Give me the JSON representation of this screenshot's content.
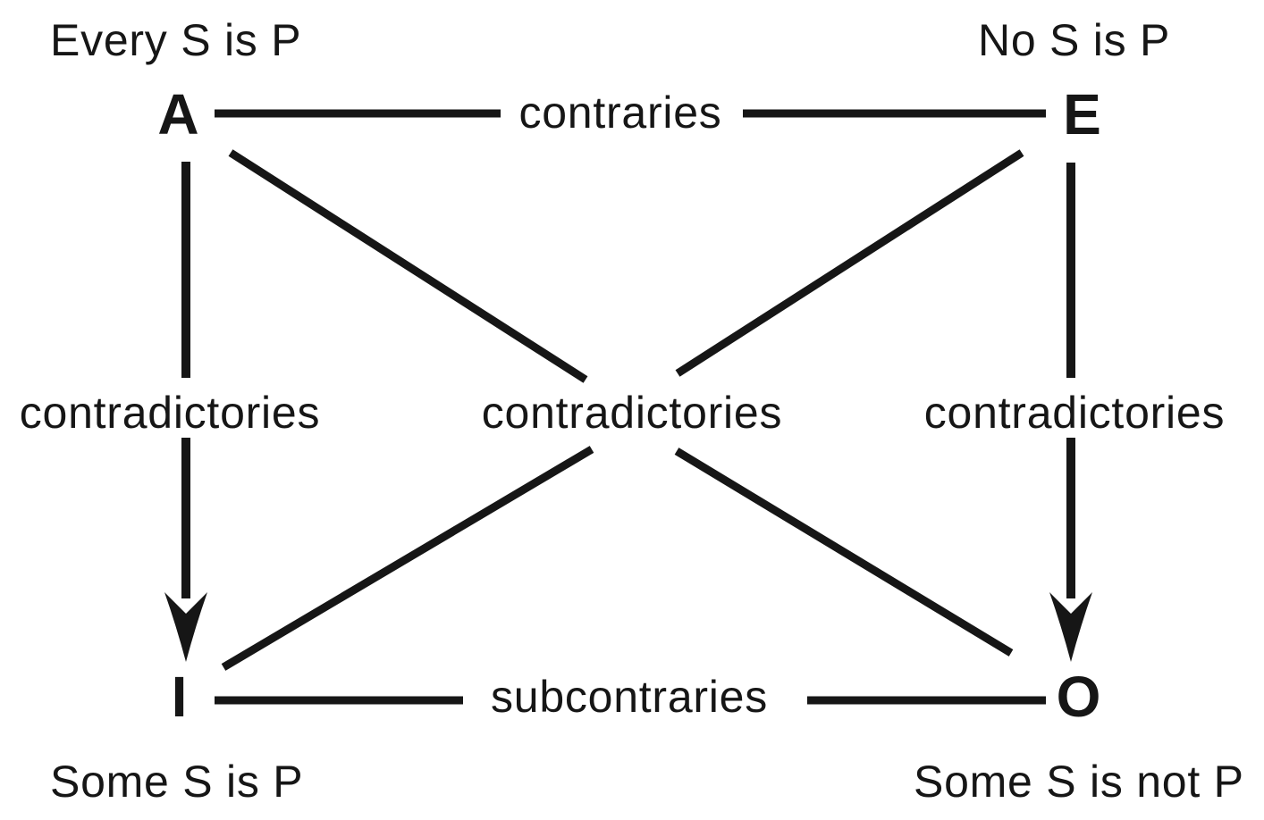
{
  "diagram": {
    "ink_color": "#161616",
    "background_color": "#ffffff",
    "nodes": {
      "a": {
        "letter": "A",
        "caption": "Every S is P"
      },
      "e": {
        "letter": "E",
        "caption": "No S is P"
      },
      "i": {
        "letter": "I",
        "caption": "Some S is P"
      },
      "o": {
        "letter": "O",
        "caption": "Some S is not P"
      }
    },
    "relations": {
      "top": "contraries",
      "bottom": "subcontraries",
      "left": "contradictories",
      "middle": "contradictories",
      "right": "contradictories"
    }
  }
}
